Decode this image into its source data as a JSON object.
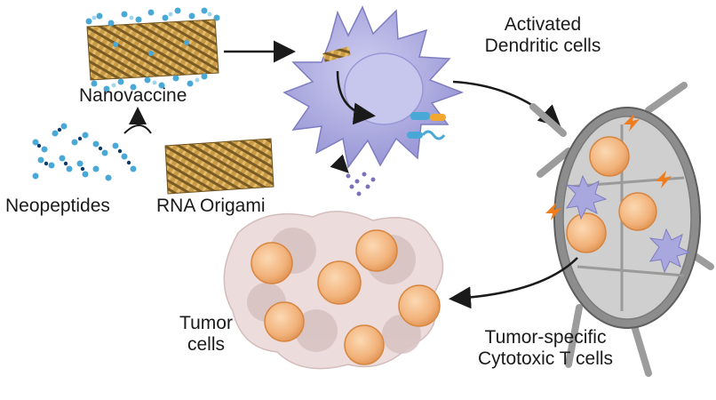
{
  "labels": {
    "nanovaccine": "Nanovaccine",
    "neopeptides": "Neopeptides",
    "rna_origami": "RNA Origami",
    "activated_line1": "Activated",
    "activated_line2": "Dendritic cells",
    "tumor_line1": "Tumor",
    "tumor_line2": "cells",
    "tcell_line1": "Tumor-specific",
    "tcell_line2": "Cytotoxic T cells"
  },
  "colors": {
    "dendritic_cell": "#a9a8de",
    "dendritic_nucleus": "#c7c6ec",
    "t_cell": "#f2b27a",
    "tumor_cell": "#d9c3c3",
    "lymph_node": "#9c9c9c",
    "origami": "#b8903e",
    "peptide": "#4aa8d6",
    "lightning": "#ef7d1d",
    "arrow": "#1a1a1a"
  },
  "icons": [
    "origami-sheet",
    "peptide-chain",
    "dendritic-cell",
    "lymph-node",
    "t-cell",
    "tumor-cell",
    "lightning-icon",
    "curved-arrow"
  ]
}
